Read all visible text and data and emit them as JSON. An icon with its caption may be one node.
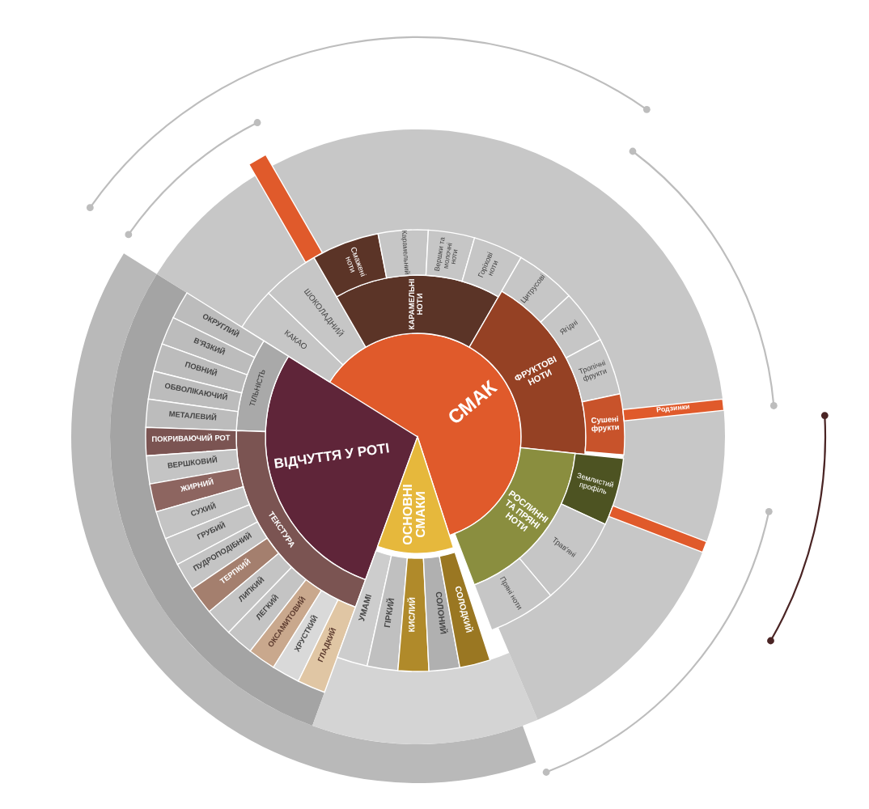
{
  "diagram": {
    "nodes": [
      {
        "text": [
          "СМАК"
        ]
      },
      {
        "text": [
          "ВІДЧУТТЯ У РОТІ"
        ]
      },
      {
        "text": [
          "ОСНОВНІ СМАКИ"
        ]
      },
      {
        "text": [
          "КАКАО"
        ]
      },
      {
        "text": [
          "ШОКОЛАДНИЙ"
        ]
      },
      {
        "text": [
          "КАРАМЕЛЬНІ НОТИ"
        ]
      },
      {
        "text": [
          "ФРУКТОВІ НОТИ"
        ]
      },
      {
        "text": [
          "РОСЛИННІ ТА ПРЯНІ НОТИ"
        ]
      },
      {
        "text": [
          "Смажені ноти"
        ]
      },
      {
        "text": [
          "Карамельний"
        ]
      },
      {
        "text": [
          "Вершки та молочні ноти"
        ]
      },
      {
        "text": [
          "Горіхові ноти"
        ]
      },
      {
        "text": [
          "Цитрусові"
        ]
      },
      {
        "text": [
          "Ягідні"
        ]
      },
      {
        "text": [
          "Тропічні фрукти"
        ]
      },
      {
        "text": [
          "Сушені фрукти"
        ]
      },
      {
        "text": [
          "Землистий профіль"
        ]
      },
      {
        "text": [
          "Трав'яні"
        ]
      },
      {
        "text": [
          "Пряні ноти"
        ]
      },
      {
        "text": [
          "ТІЛЬНІСТЬ"
        ]
      },
      {
        "text": [
          "ТЕКСТУРА"
        ]
      },
      {
        "text": [
          "ОКРУГЛИЙ"
        ]
      },
      {
        "text": [
          "В'ЯЗКИЙ"
        ]
      },
      {
        "text": [
          "ПОВНИЙ"
        ]
      },
      {
        "text": [
          "ОБВОЛІКАЮЧИЙ"
        ]
      },
      {
        "text": [
          "МЕТАЛЕВИЙ"
        ]
      },
      {
        "text": [
          "ПОКРИВАЮЧИЙ РОТ"
        ]
      },
      {
        "text": [
          "ВЕРШКОВИЙ"
        ]
      },
      {
        "text": [
          "ЖИРНИЙ"
        ]
      },
      {
        "text": [
          "СУХИЙ"
        ]
      },
      {
        "text": [
          "ГРУБИЙ"
        ]
      },
      {
        "text": [
          "ПУДРОПОДІБНИЙ"
        ]
      },
      {
        "text": [
          "ТЕРПКИЙ"
        ]
      },
      {
        "text": [
          "ЛИПКИЙ"
        ]
      },
      {
        "text": [
          "ЛЕГКИЙ"
        ]
      },
      {
        "text": [
          "ОКСАМИТОВИЙ"
        ]
      },
      {
        "text": [
          "ХРУСТКИЙ"
        ]
      },
      {
        "text": [
          "ГЛАДКИЙ"
        ]
      },
      {
        "text": [
          "УМАМІ"
        ]
      },
      {
        "text": [
          "ГІРКИЙ"
        ]
      },
      {
        "text": [
          "КИСЛИЙ"
        ]
      },
      {
        "text": [
          "СОЛОНИЙ"
        ]
      },
      {
        "text": [
          "СОЛОДКИЙ"
        ]
      },
      {
        "text": [],
        "shape": "bar"
      },
      {
        "text": [
          "Родзинки"
        ]
      },
      {
        "text": [],
        "shape": "bar"
      }
    ]
  }
}
